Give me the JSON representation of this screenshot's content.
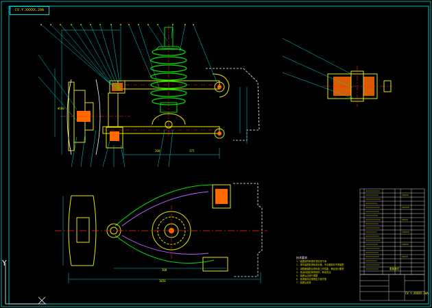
{
  "drawing": {
    "tag_label": "CV.Y.XXXXX.20A",
    "ucs_label": "Y",
    "notes_title": "技术要求",
    "notes": [
      "1. 装配前所有零件须清洗干净",
      "2. 零件装配前须检查合格，不合格零件不得装配",
      "3. 减震器装配后须检查工作性能，满足设计要求",
      "4. 各运动副应润滑良好，转动灵活",
      "5. 装配后应进行调整",
      "6. 各紧固件应按规定力矩拧紧",
      "7. 装配后检查"
    ],
    "title_block_text": "麦弗逊式",
    "drawing_number": "CV.Y.XXXXX.20A",
    "dimensions": [
      "200",
      "375",
      "1020",
      "300",
      "Φ560"
    ],
    "colors": {
      "background": "#000000",
      "frame": "#00d8d8",
      "part": "#e8e800",
      "spring": "#00e000",
      "hidden": "#ffffff",
      "center": "#ff2020",
      "hatch": "#ff6a00",
      "arm": "#c060ff"
    }
  }
}
